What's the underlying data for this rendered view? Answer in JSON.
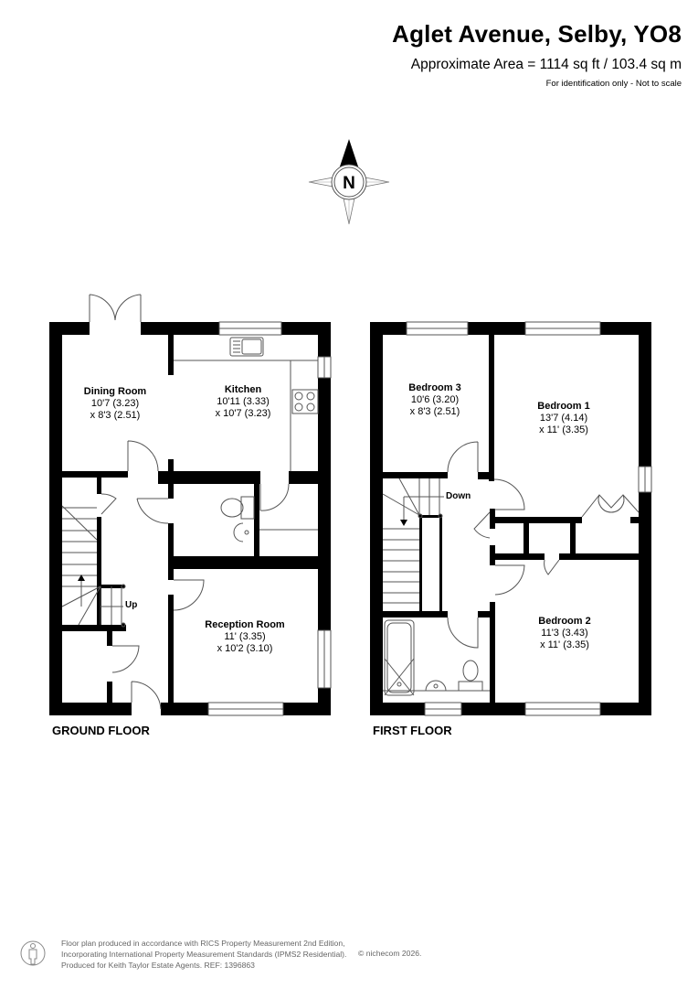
{
  "header": {
    "title": "Aglet Avenue, Selby, YO8",
    "area": "Approximate Area = 1114 sq ft / 103.4 sq m",
    "disclaimer": "For identification only - Not to scale"
  },
  "compass": {
    "icon": "north-compass-icon",
    "label": "N"
  },
  "floors": [
    {
      "label": "GROUND FLOOR",
      "rooms": [
        {
          "name": "Dining Room",
          "dim1": "10'7 (3.23)",
          "dim2": "x 8'3 (2.51)"
        },
        {
          "name": "Kitchen",
          "dim1": "10'11 (3.33)",
          "dim2": "x 10'7 (3.23)"
        },
        {
          "name": "Reception Room",
          "dim1": "11' (3.35)",
          "dim2": "x 10'2 (3.10)"
        }
      ],
      "stairs_label": "Up"
    },
    {
      "label": "FIRST FLOOR",
      "rooms": [
        {
          "name": "Bedroom 3",
          "dim1": "10'6 (3.20)",
          "dim2": "x 8'3 (2.51)"
        },
        {
          "name": "Bedroom 1",
          "dim1": "13'7 (4.14)",
          "dim2": "x 11' (3.35)"
        },
        {
          "name": "Bedroom 2",
          "dim1": "11'3 (3.43)",
          "dim2": "x 11' (3.35)"
        }
      ],
      "stairs_label": "Down"
    }
  ],
  "footer": {
    "line1": "Floor plan produced in accordance with RICS Property Measurement 2nd Edition,",
    "line2": "Incorporating International Property Measurement Standards (IPMS2 Residential).",
    "line3": "Produced for Keith Taylor Estate Agents.   REF: 1396863",
    "copyright": "© nichecom 2026."
  },
  "colors": {
    "wall": "#000000",
    "line": "#555555",
    "footer_text": "#666666"
  }
}
